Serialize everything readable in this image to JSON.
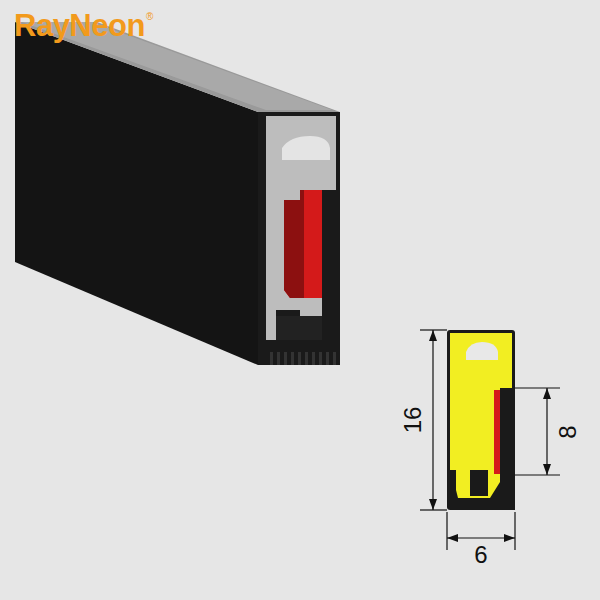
{
  "diagram": {
    "labels": [
      "RayNeon",
      "®",
      "16",
      "8",
      "6"
    ]
  }
}
